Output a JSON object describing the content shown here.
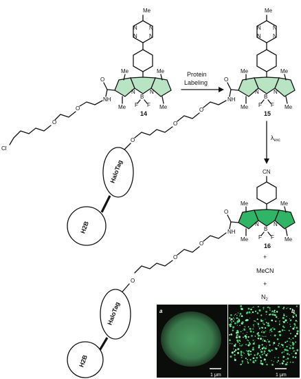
{
  "compounds": {
    "c14": {
      "number": "14",
      "tetrazine_substituent": "Me",
      "methyls": [
        "Me",
        "Me",
        "Me",
        "Me"
      ],
      "atoms": {
        "O": "O",
        "NH": "NH",
        "N": "N",
        "B": "B",
        "F1": "F",
        "F2": "F",
        "O_chain1": "O",
        "O_chain2": "O",
        "Cl": "Cl"
      }
    },
    "c15": {
      "number": "15",
      "tetrazine_substituent": "Me",
      "methyls": [
        "Me",
        "Me",
        "Me",
        "Me"
      ],
      "atoms": {
        "O": "O",
        "NH": "NH",
        "N": "N",
        "B": "B",
        "F1": "F",
        "F2": "F",
        "O_chain1": "O",
        "O_chain2": "O",
        "O_chain3": "O"
      }
    },
    "c16": {
      "number": "16",
      "nitrile": "CN",
      "methyls": [
        "Me",
        "Me",
        "Me",
        "Me"
      ],
      "atoms": {
        "O": "O",
        "NH": "NH",
        "N": "N",
        "B": "B",
        "F1": "F",
        "F2": "F",
        "O_chain1": "O",
        "O_chain2": "O",
        "O_chain3": "O"
      }
    }
  },
  "arrows": {
    "labeling": {
      "line1": "Protein",
      "line2": "Labeling"
    },
    "photo": {
      "symbol": "λ",
      "subscript": "exc"
    }
  },
  "proteins": {
    "halotag": "HaloTag",
    "h2b": "H2B"
  },
  "byproducts": {
    "plus": "+",
    "mecn": "MeCN",
    "n2": "N",
    "n2_sub": "2"
  },
  "micrographs": {
    "a": {
      "panel": "a",
      "scale_bar": "1 μm"
    },
    "b": {
      "panel": "b",
      "scale_bar": "1 μm"
    }
  },
  "colors": {
    "bodipy_green": "#b9e4c4",
    "bodipy_fluorescent": "#2fb565",
    "micrograph_bg": "#0a0d0a",
    "cell_green": "#3f8e55"
  }
}
